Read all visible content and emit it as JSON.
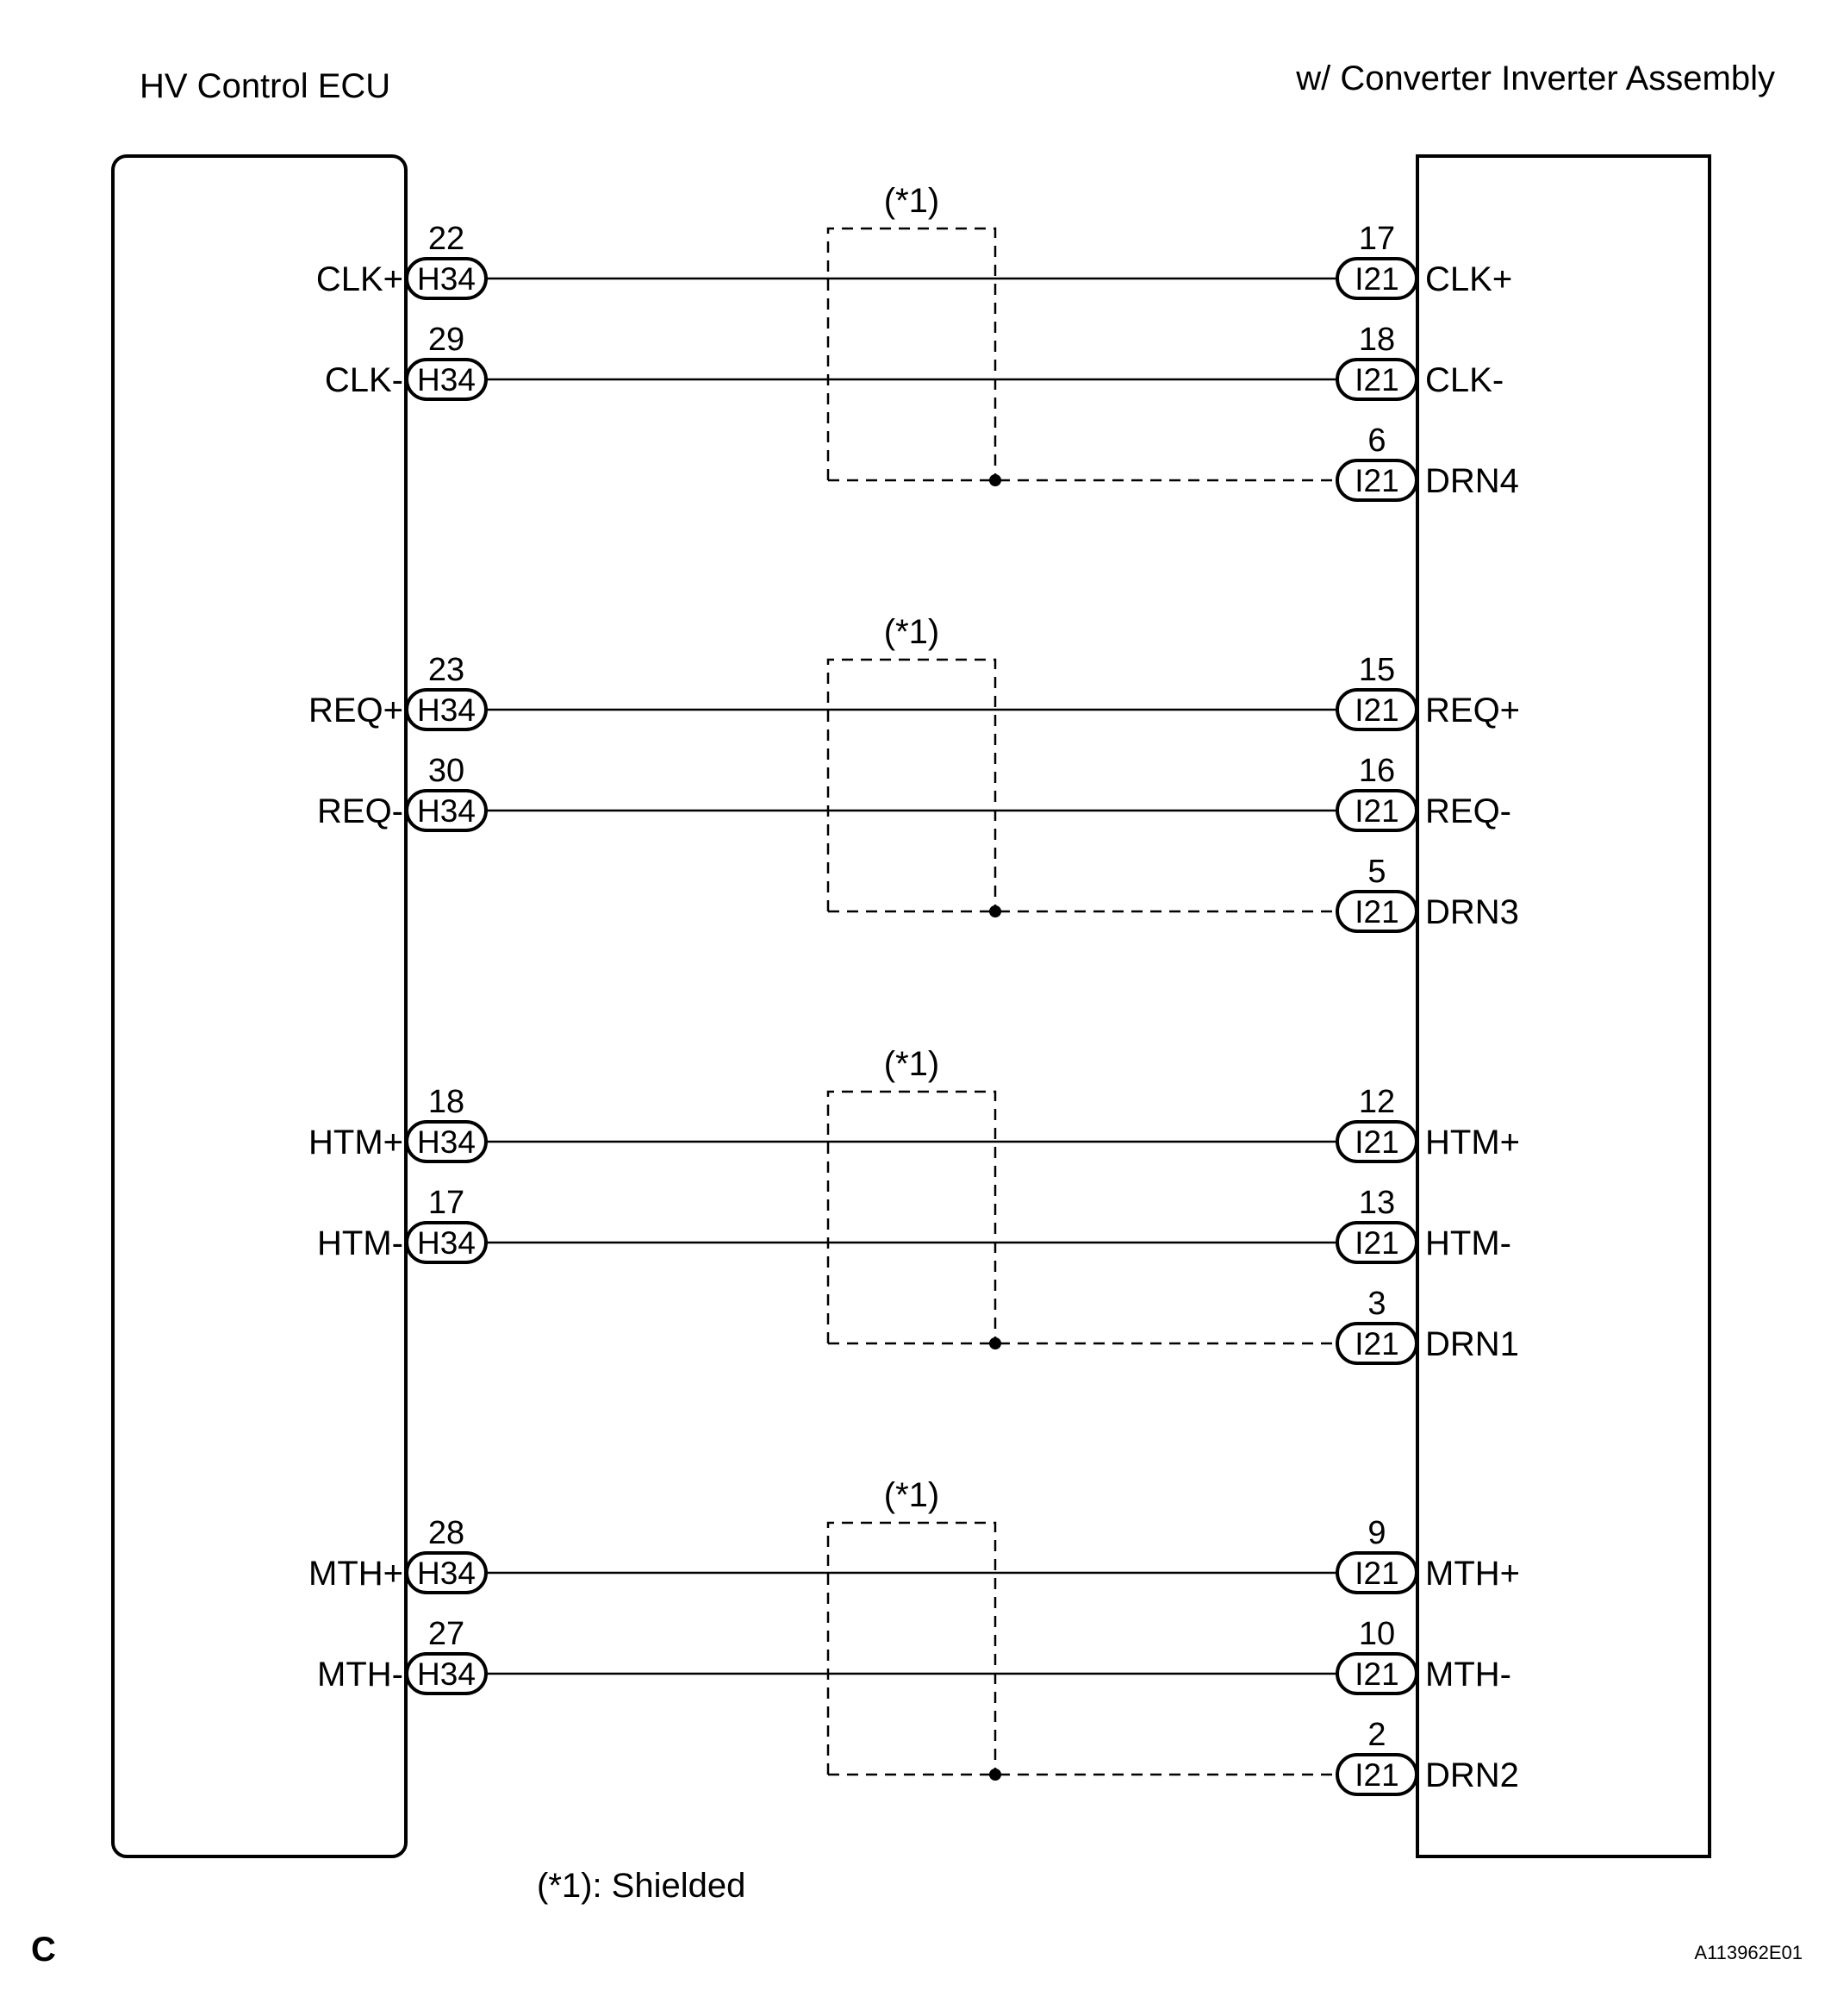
{
  "left_component": {
    "title": "HV Control ECU",
    "connector": "H34"
  },
  "right_component": {
    "title": "w/ Converter Inverter Assembly",
    "connector": "I21"
  },
  "shield_marker": "(*1)",
  "groups": [
    {
      "signals": [
        {
          "left_label": "CLK+",
          "left_pin": "22",
          "right_label": "CLK+",
          "right_pin": "17"
        },
        {
          "left_label": "CLK-",
          "left_pin": "29",
          "right_label": "CLK-",
          "right_pin": "18"
        }
      ],
      "drain": {
        "label": "DRN4",
        "pin": "6"
      }
    },
    {
      "signals": [
        {
          "left_label": "REQ+",
          "left_pin": "23",
          "right_label": "REQ+",
          "right_pin": "15"
        },
        {
          "left_label": "REQ-",
          "left_pin": "30",
          "right_label": "REQ-",
          "right_pin": "16"
        }
      ],
      "drain": {
        "label": "DRN3",
        "pin": "5"
      }
    },
    {
      "signals": [
        {
          "left_label": "HTM+",
          "left_pin": "18",
          "right_label": "HTM+",
          "right_pin": "12"
        },
        {
          "left_label": "HTM-",
          "left_pin": "17",
          "right_label": "HTM-",
          "right_pin": "13"
        }
      ],
      "drain": {
        "label": "DRN1",
        "pin": "3"
      }
    },
    {
      "signals": [
        {
          "left_label": "MTH+",
          "left_pin": "28",
          "right_label": "MTH+",
          "right_pin": "9"
        },
        {
          "left_label": "MTH-",
          "left_pin": "27",
          "right_label": "MTH-",
          "right_pin": "10"
        }
      ],
      "drain": {
        "label": "DRN2",
        "pin": "2"
      }
    }
  ],
  "legend": "(*1): Shielded",
  "corner_letter": "C",
  "figure_id": "A113962E01"
}
